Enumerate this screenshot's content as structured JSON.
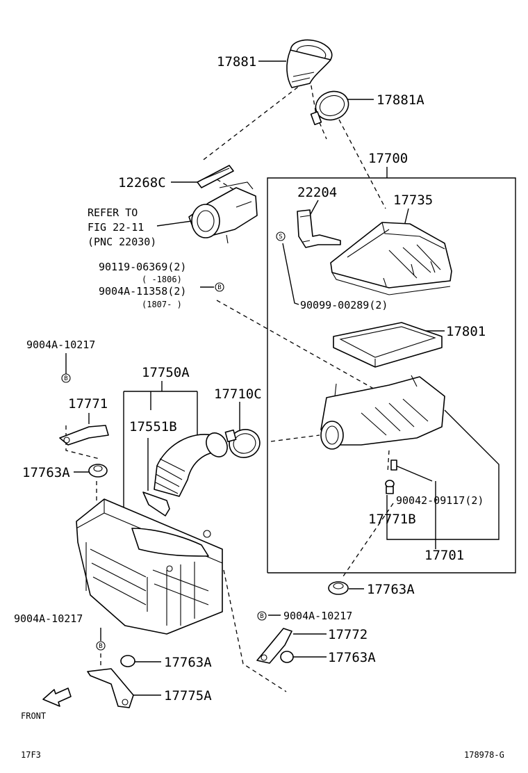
{
  "labels": {
    "p17881": "17881",
    "p17881A": "17881A",
    "p17700": "17700",
    "p12268C": "12268C",
    "p22204": "22204",
    "p17735": "17735",
    "refer1": "REFER TO",
    "refer2": "FIG 22-11",
    "refer3": "(PNC 22030)",
    "p90119": "90119-06369(2)",
    "n1806": "(    -1806)",
    "p9004A_11358": "9004A-11358(2)",
    "n1807": "(1807-      )",
    "p90099": "90099-00289(2)",
    "p17801": "17801",
    "p9004A_10217_a": "9004A-10217",
    "p17750A": "17750A",
    "p17710C": "17710C",
    "p17771": "17771",
    "p17551B": "17551B",
    "p17763A_a": "17763A",
    "p90042": "90042-09117(2)",
    "p17771B": "17771B",
    "p17701": "17701",
    "p17763A_b": "17763A",
    "p9004A_10217_b": "9004A-10217",
    "p9004A_10217_c": "9004A-10217",
    "p17772": "17772",
    "p17763A_c": "17763A",
    "p17763A_d": "17763A",
    "p17775A": "17775A",
    "front": "FRONT",
    "page_code": "17F3",
    "drawing_no": "178978-G"
  },
  "symbols": {
    "s": "S",
    "b": "B"
  }
}
